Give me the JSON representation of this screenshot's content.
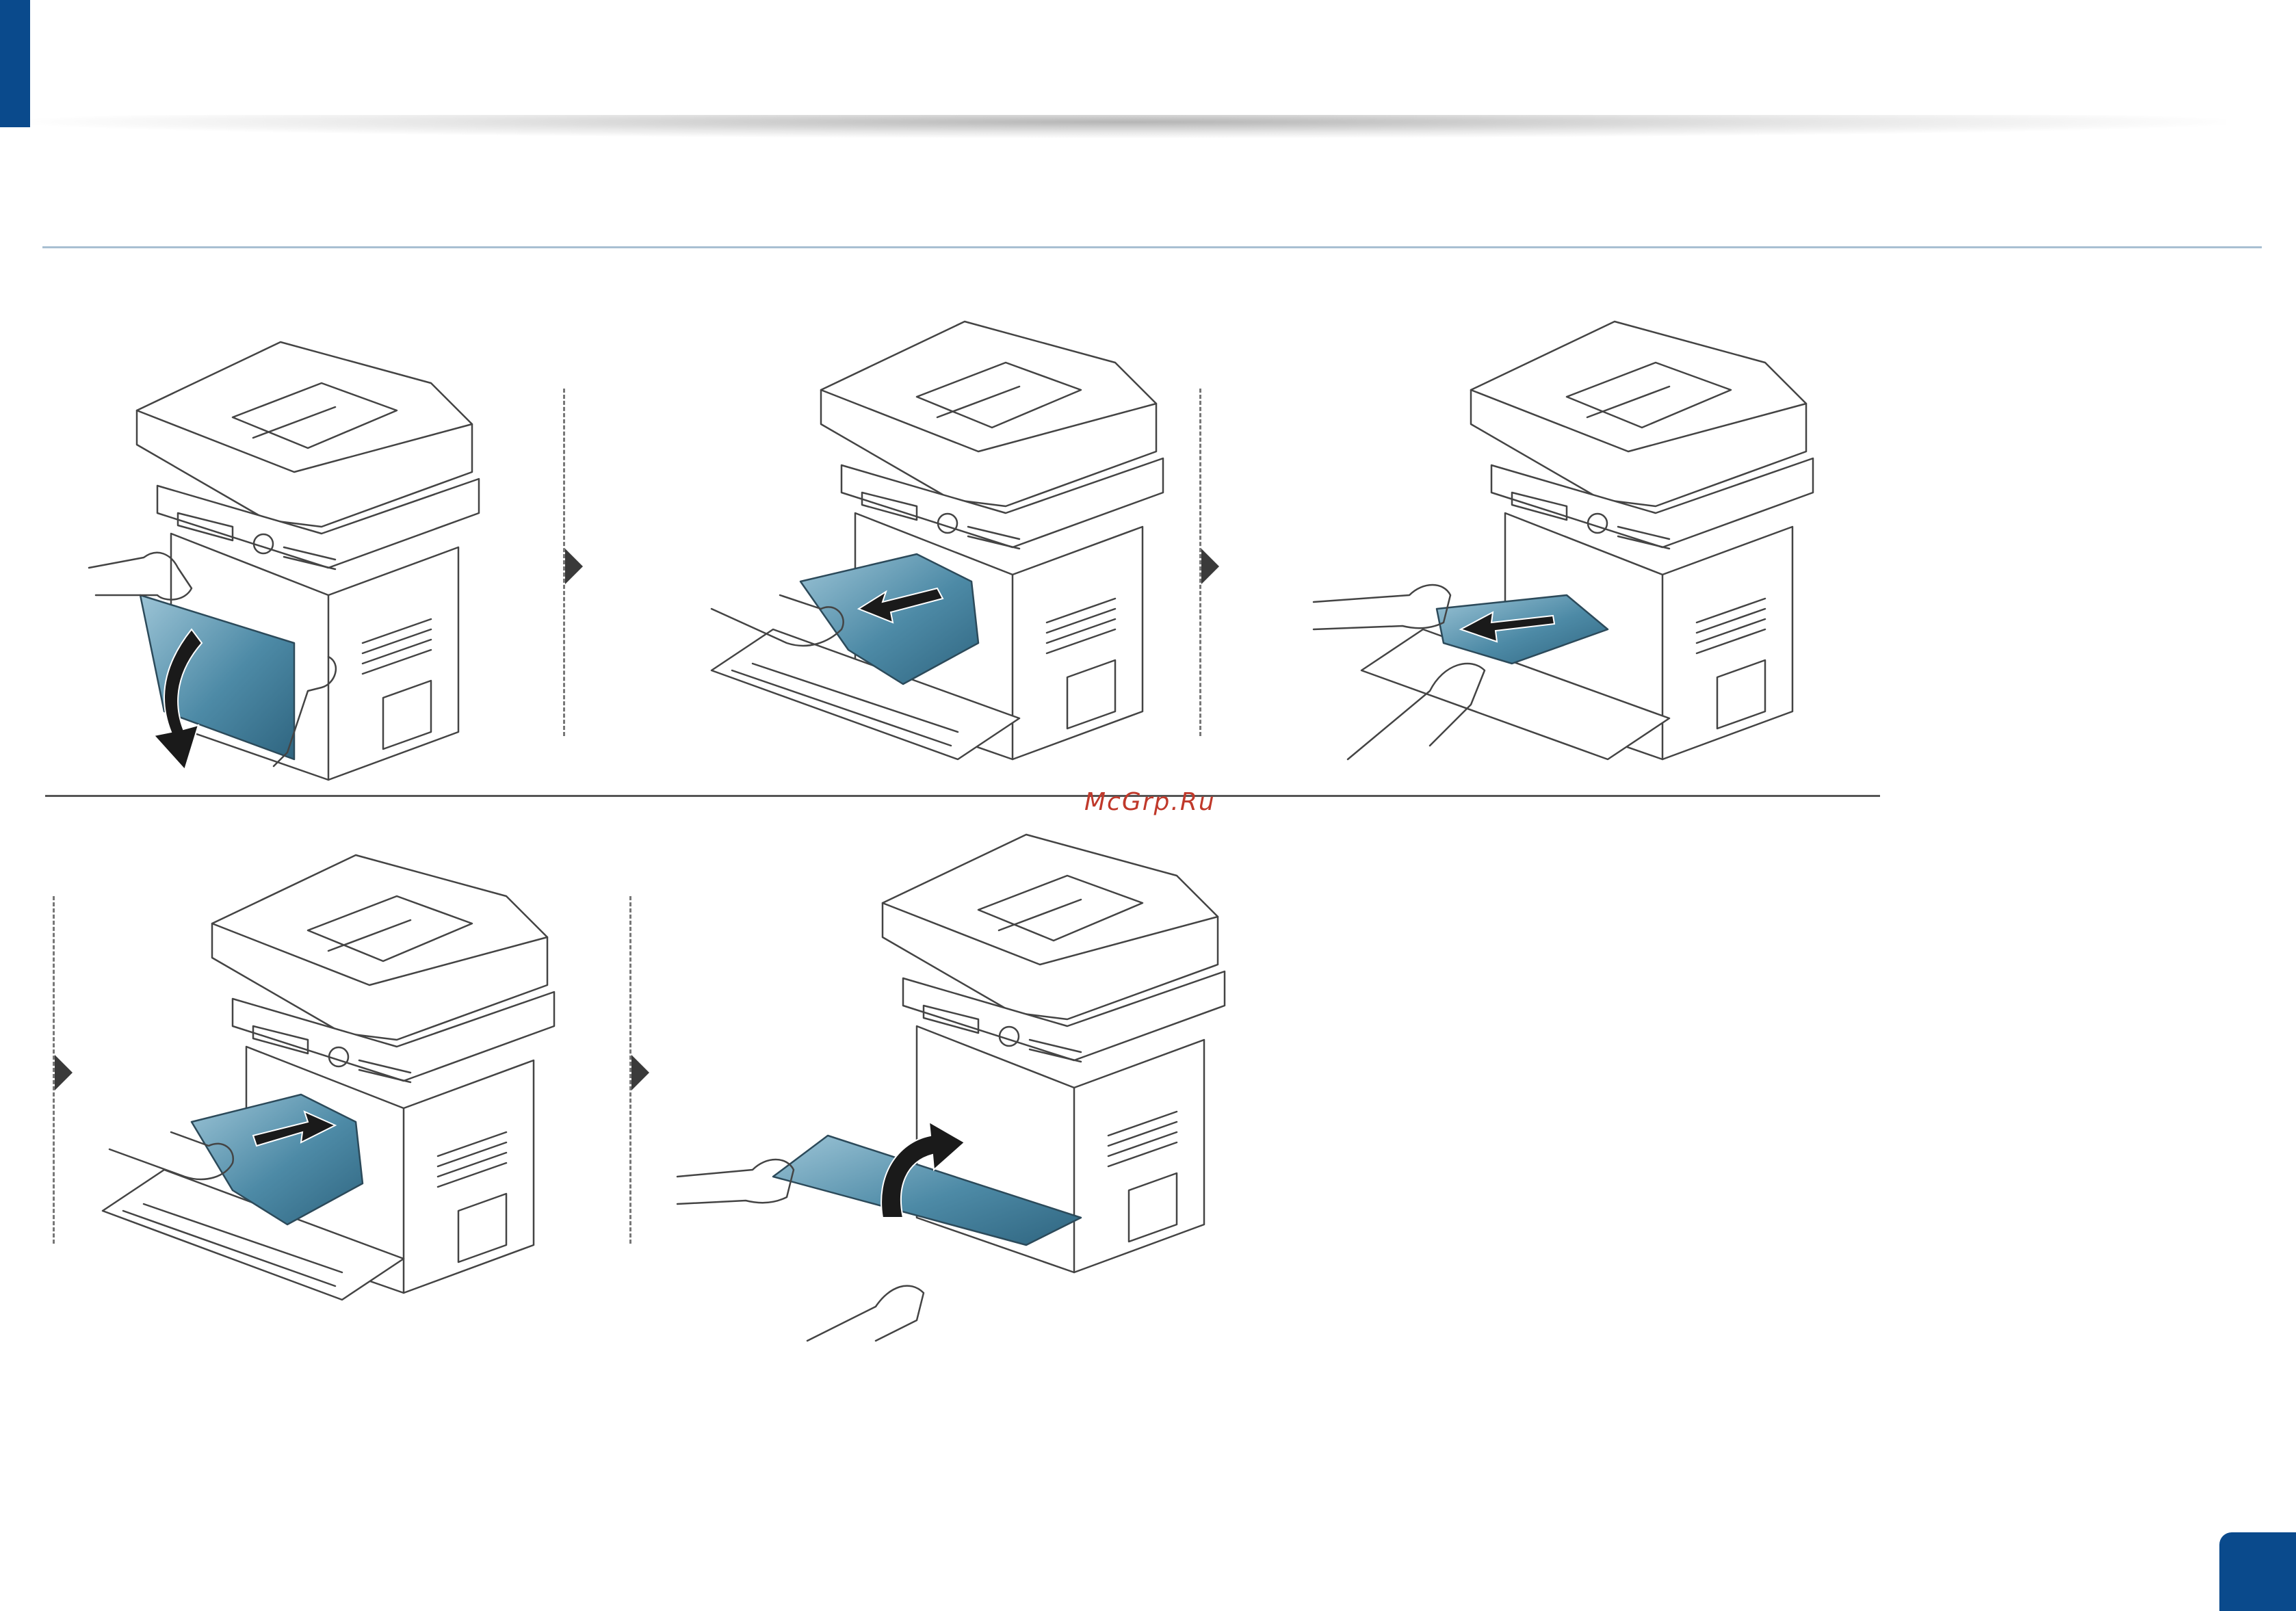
{
  "watermark": "McGrp.Ru",
  "colors": {
    "brand_blue": "#0a4a8c",
    "part_teal": "#3f7a96",
    "watermark_red": "#c0392b"
  },
  "steps": [
    {
      "name": "step-1",
      "icon": "printer-open-front-cover-icon"
    },
    {
      "name": "step-2",
      "icon": "printer-remove-toner-cartridge-icon"
    },
    {
      "name": "step-3",
      "icon": "printer-remove-jammed-paper-icon"
    },
    {
      "name": "step-4",
      "icon": "printer-insert-toner-cartridge-icon"
    },
    {
      "name": "step-5",
      "icon": "printer-close-front-cover-icon"
    }
  ]
}
